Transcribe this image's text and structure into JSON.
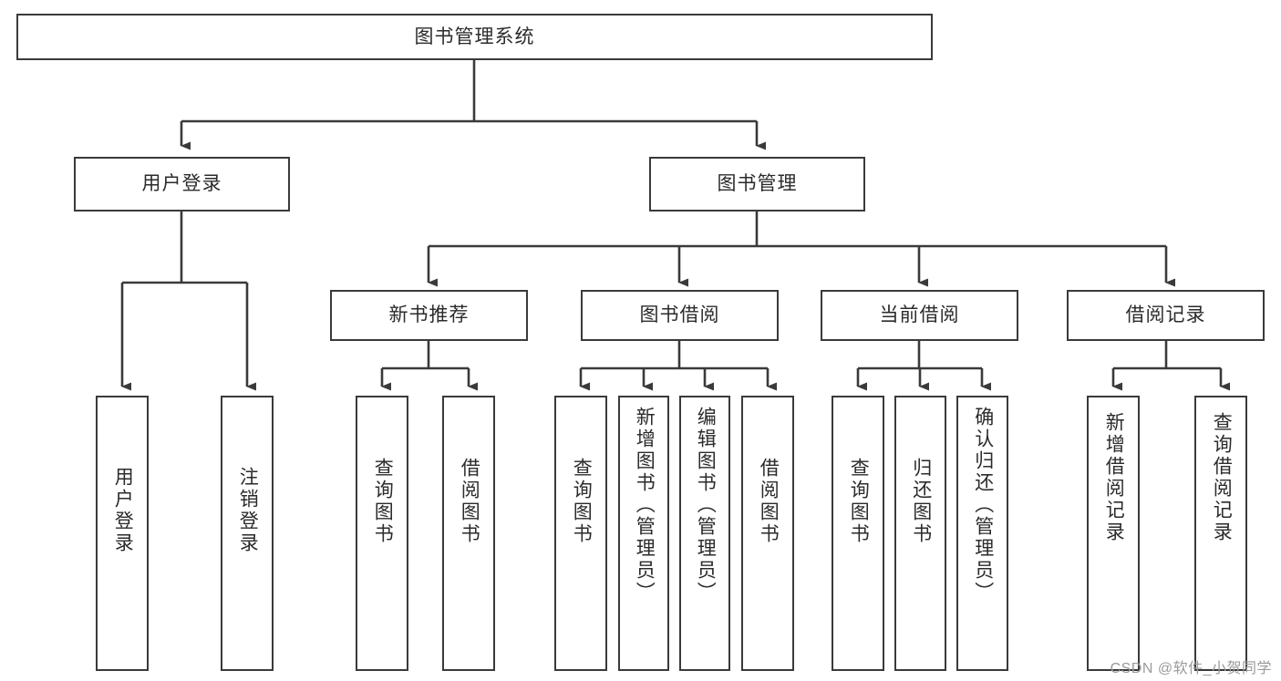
{
  "diagram": {
    "title": "图书管理系统",
    "type": "tree-hierarchy-chart",
    "root": {
      "label": "图书管理系统"
    },
    "level2": [
      {
        "label": "用户登录"
      },
      {
        "label": "图书管理"
      }
    ],
    "level3": [
      {
        "label": "新书推荐"
      },
      {
        "label": "图书借阅"
      },
      {
        "label": "当前借阅"
      },
      {
        "label": "借阅记录"
      }
    ],
    "leaves": {
      "user_login": [
        {
          "label": "用户登录"
        },
        {
          "label": "注销登录"
        }
      ],
      "new_book_recommend": [
        {
          "label": "查询图书"
        },
        {
          "label": "借阅图书"
        }
      ],
      "book_borrow": [
        {
          "label": "查询图书"
        },
        {
          "label": "新增图书（管理员）"
        },
        {
          "label": "编辑图书（管理员）"
        },
        {
          "label": "借阅图书"
        }
      ],
      "current_borrow": [
        {
          "label": "查询图书"
        },
        {
          "label": "归还图书"
        },
        {
          "label": "确认归还（管理员）"
        }
      ],
      "borrow_record": [
        {
          "label": "新增借阅记录"
        },
        {
          "label": "查询借阅记录"
        }
      ]
    }
  },
  "watermark": {
    "text": "CSDN @软件_小贺同学"
  },
  "colors": {
    "box_border": "#3a3a3a",
    "box_fill": "#ffffff",
    "edge": "#3a3a3a",
    "text": "#2b2b2b",
    "watermark": "#9a9a9a",
    "background": "#ffffff"
  }
}
